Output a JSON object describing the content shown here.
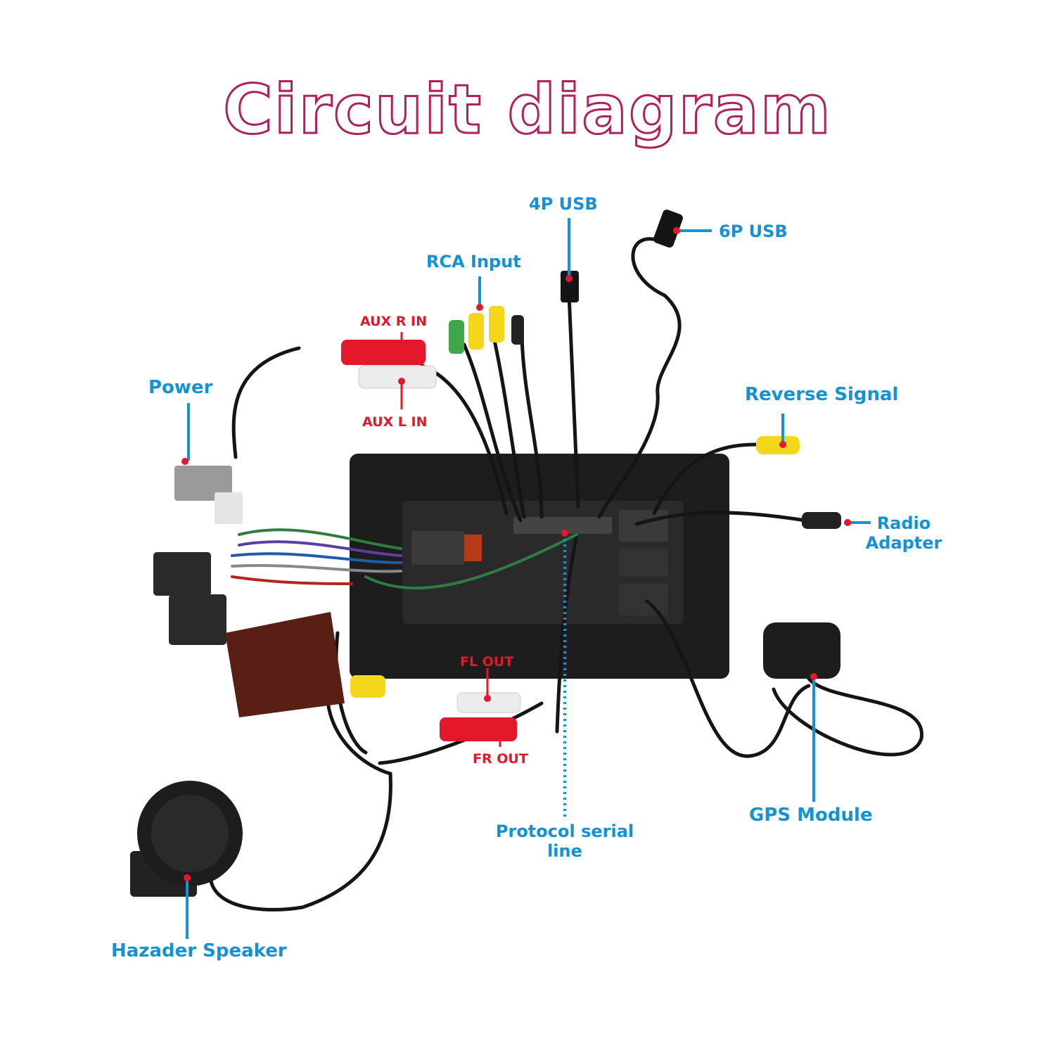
{
  "title": "Circuit diagram",
  "colors": {
    "title_outline": "#b0205c",
    "label_blue": "#1591d6",
    "label_red": "#e3192b",
    "marker_red": "#e3192b"
  },
  "labels": {
    "usb_4p": "4P USB",
    "usb_6p": "6P USB",
    "rca_input": "RCA Input",
    "aux_r_in": "AUX R IN",
    "aux_l_in": "AUX L IN",
    "power": "Power",
    "reverse_signal": "Reverse Signal",
    "radio_adapter_line1": "Radio",
    "radio_adapter_line2": "Adapter",
    "fl_out": "FL OUT",
    "fr_out": "FR OUT",
    "protocol_line1": "Protocol serial",
    "protocol_line2": "line",
    "gps_module": "GPS Module",
    "hazard_speaker": "Hazader Speaker"
  }
}
